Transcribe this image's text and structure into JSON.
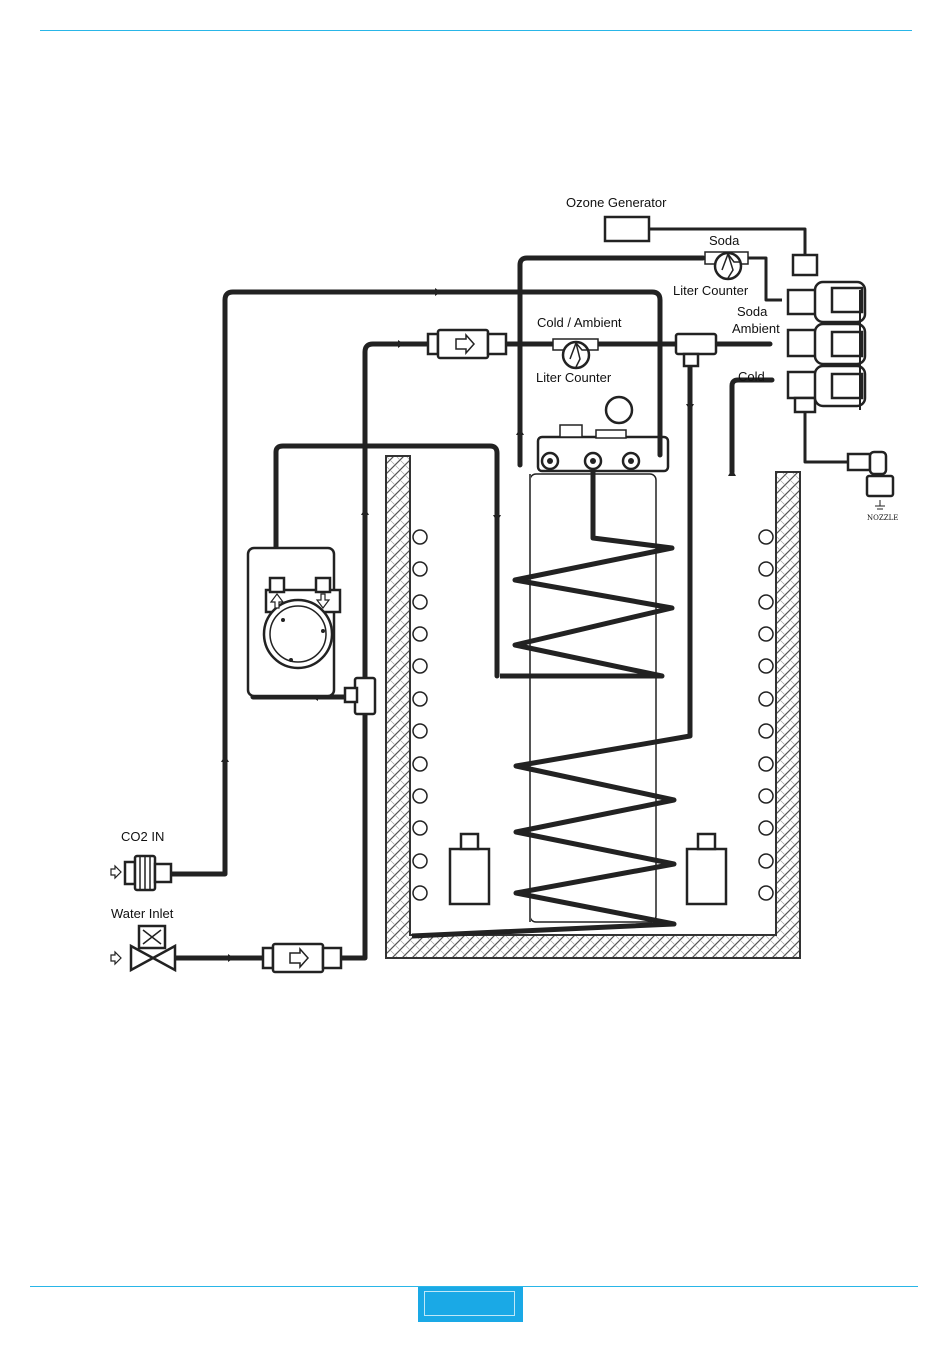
{
  "colors": {
    "accent": "#29b6e8",
    "tab": "#1aa9e6",
    "line": "#222222"
  },
  "labels": {
    "ozone_generator": "Ozone Generator",
    "soda_top": "Soda",
    "liter_counter_top": "Liter Counter",
    "soda_side": "Soda",
    "ambient": "Ambient",
    "cold_ambient": "Cold / Ambient",
    "liter_counter_mid": "Liter Counter",
    "cold": "Cold",
    "co2_in": "CO2 IN",
    "water_inlet": "Water Inlet",
    "nozzle": "NOZZLE"
  },
  "icons": {
    "flow_arrow": "arrow-right-icon",
    "pump_up": "arrow-up-icon",
    "pump_down": "arrow-down-icon",
    "nozzle_symbol": "nozzle-icon"
  }
}
